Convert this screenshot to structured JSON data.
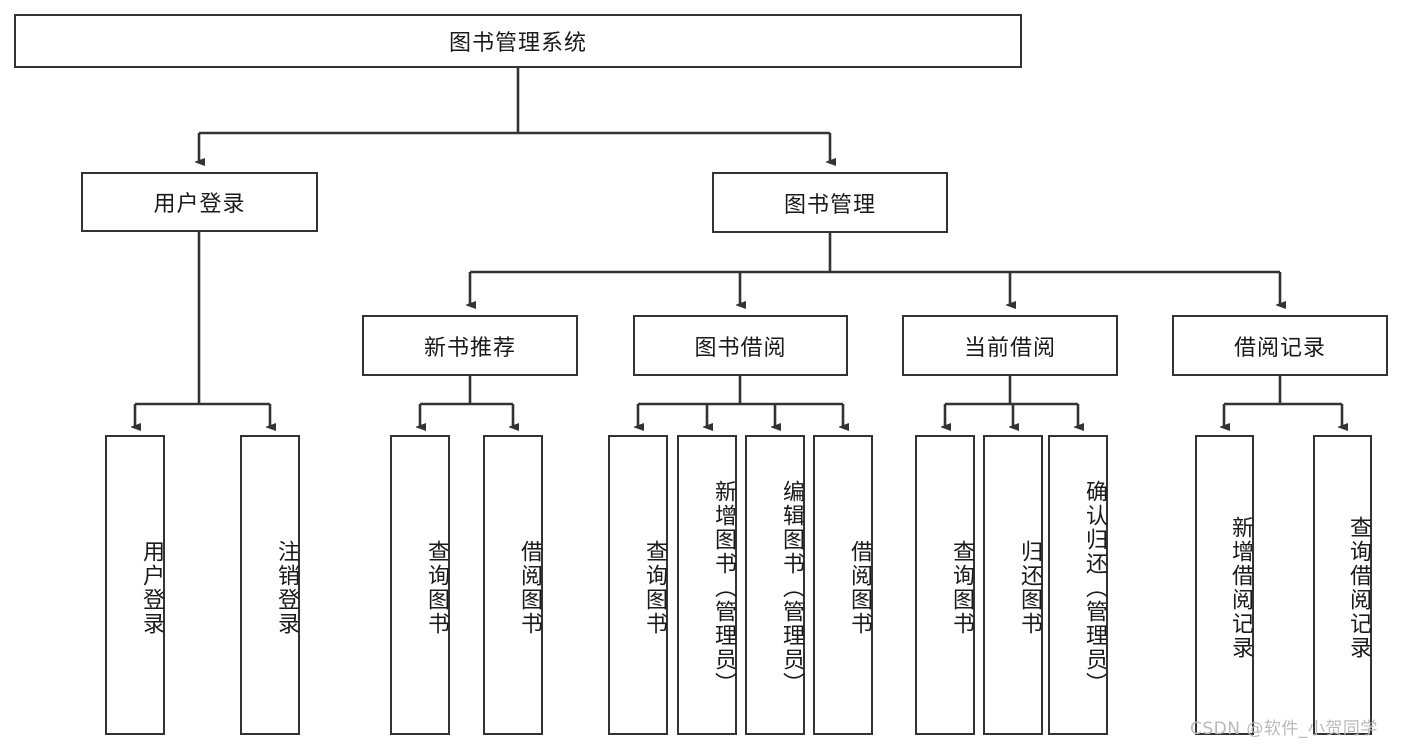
{
  "diagram": {
    "type": "hierarchy-tree",
    "title": "图书管理系统",
    "root": {
      "label": "图书管理系统"
    },
    "level1": [
      {
        "label": "用户登录"
      },
      {
        "label": "图书管理"
      }
    ],
    "level2": [
      {
        "label": "新书推荐"
      },
      {
        "label": "图书借阅"
      },
      {
        "label": "当前借阅"
      },
      {
        "label": "借阅记录"
      }
    ],
    "leaves": {
      "user_login": [
        {
          "label": "用户登录"
        },
        {
          "label": "注销登录"
        }
      ],
      "new_book_recommend": [
        {
          "label": "查询图书"
        },
        {
          "label": "借阅图书"
        }
      ],
      "book_borrow": [
        {
          "label": "查询图书"
        },
        {
          "label": "新增图书（管理员）"
        },
        {
          "label": "编辑图书（管理员）"
        },
        {
          "label": "借阅图书"
        }
      ],
      "current_borrow": [
        {
          "label": "查询图书"
        },
        {
          "label": "归还图书"
        },
        {
          "label": "确认归还（管理员）"
        }
      ],
      "borrow_record": [
        {
          "label": "新增借阅记录"
        },
        {
          "label": "查询借阅记录"
        }
      ]
    }
  },
  "watermark": {
    "text": "CSDN @软件_小贺同学"
  },
  "colors": {
    "border": "#333333",
    "background": "#ffffff",
    "text": "#1a1a1a",
    "watermark": "#b9b9b9"
  }
}
